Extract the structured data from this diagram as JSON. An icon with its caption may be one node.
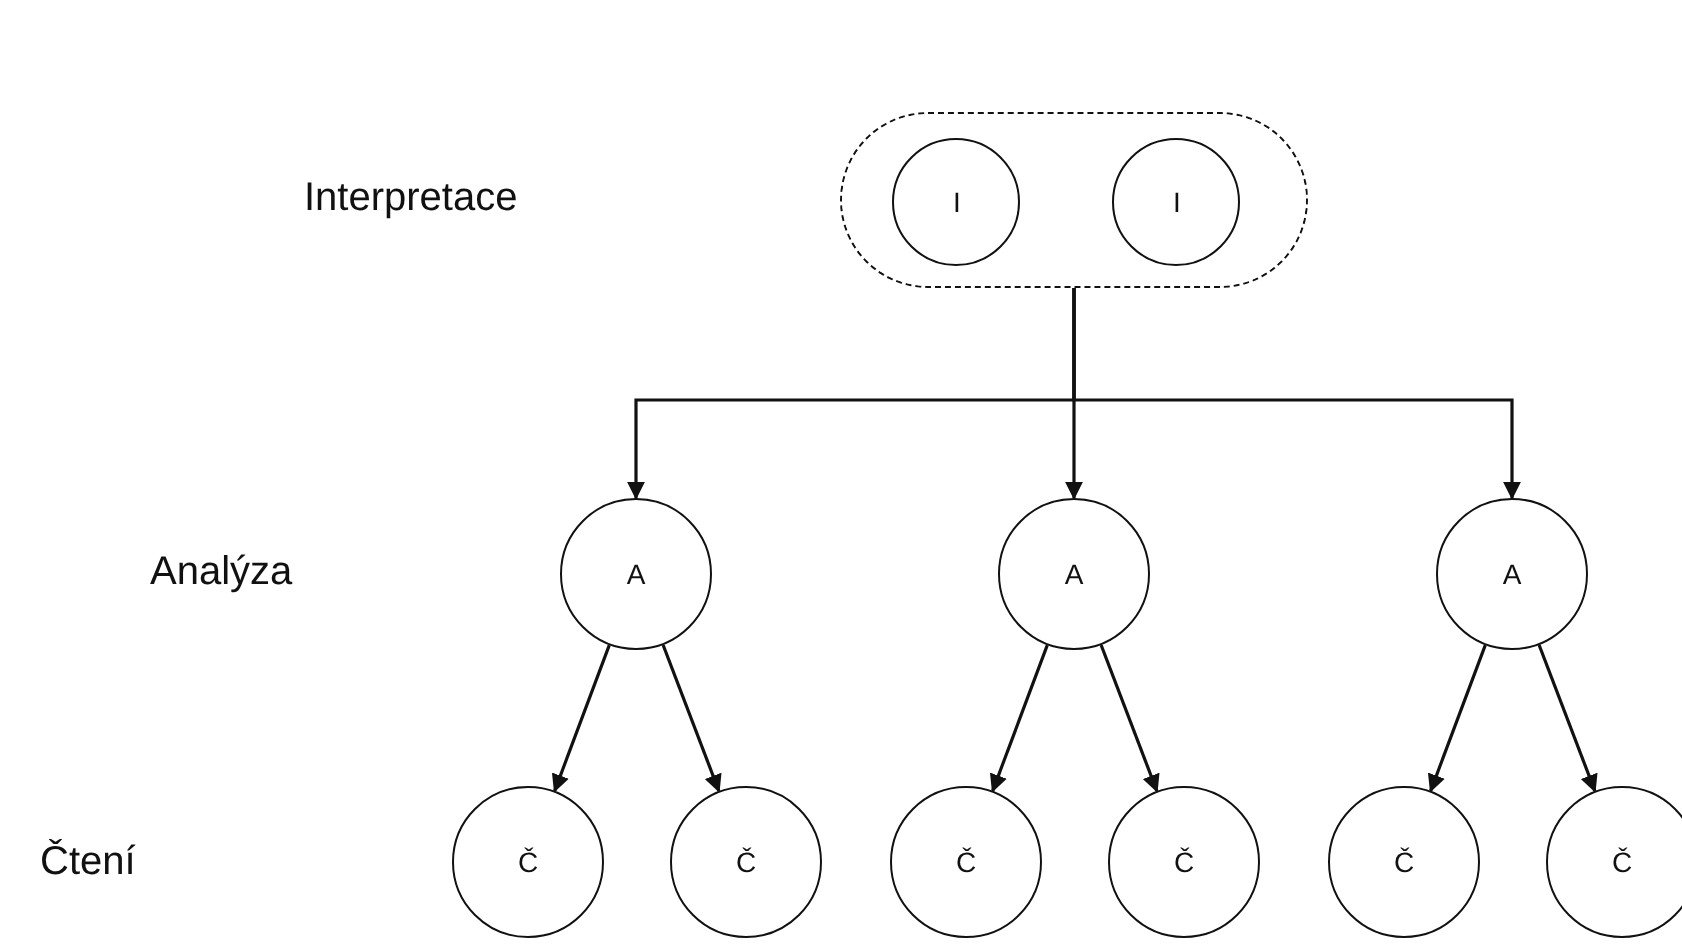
{
  "diagram": {
    "nodes": [
      {
        "text": [],
        "shape": "box"
      },
      {
        "text": [
          "I"
        ],
        "in": 0
      },
      {
        "text": [
          "I"
        ],
        "in": 0
      },
      {
        "text": [
          "A"
        ]
      },
      {
        "text": [
          "A"
        ]
      },
      {
        "text": [
          "A"
        ]
      },
      {
        "text": [
          "Č"
        ]
      },
      {
        "text": [
          "Č"
        ]
      },
      {
        "text": [
          "Č"
        ]
      },
      {
        "text": [
          "Č"
        ]
      },
      {
        "text": [
          "Č"
        ]
      },
      {
        "text": [
          "Č"
        ]
      }
    ],
    "edges": [
      {
        "from": 0,
        "to": 3,
        "arrow": "to"
      },
      {
        "from": 0,
        "to": 4,
        "arrow": "to"
      },
      {
        "from": 0,
        "to": 5,
        "arrow": "to"
      },
      {
        "from": 3,
        "to": 6,
        "arrow": "to"
      },
      {
        "from": 3,
        "to": 7,
        "arrow": "to"
      },
      {
        "from": 4,
        "to": 8,
        "arrow": "to"
      },
      {
        "from": 4,
        "to": 9,
        "arrow": "to"
      },
      {
        "from": 5,
        "to": 10,
        "arrow": "to"
      },
      {
        "from": 5,
        "to": 11,
        "arrow": "to"
      }
    ],
    "labels": [
      "Interpretace",
      "Analýza",
      "Čtení"
    ]
  }
}
